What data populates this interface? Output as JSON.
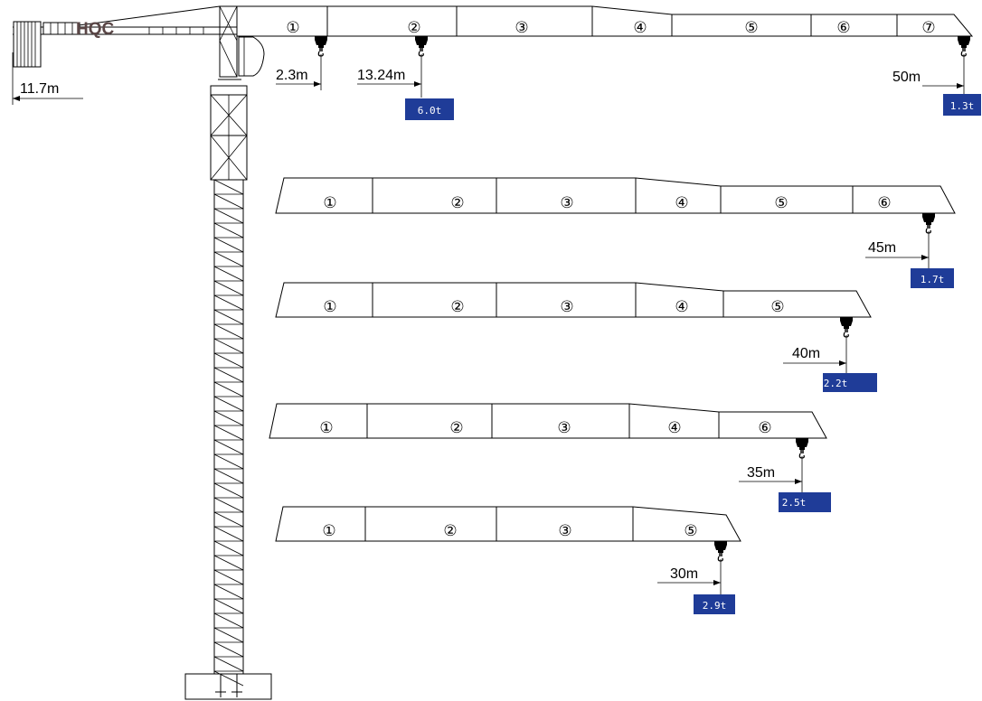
{
  "brand": "HQC",
  "colors": {
    "line": "#000000",
    "capacity_box": "#1f3c98",
    "capacity_text": "#ffffff",
    "brand_text": "#5a4646"
  },
  "counterjib": {
    "length": "11.7m"
  },
  "main_jib": {
    "sections": [
      "①",
      "②",
      "③",
      "④",
      "⑤",
      "⑥",
      "⑦"
    ],
    "loads": [
      {
        "radius": "2.3m",
        "capacity": ""
      },
      {
        "radius": "13.24m",
        "capacity": "6.0t"
      },
      {
        "radius": "50m",
        "capacity": "1.3t"
      }
    ]
  },
  "configurations": [
    {
      "sections": [
        "①",
        "②",
        "③",
        "④",
        "⑤",
        "⑥"
      ],
      "radius": "45m",
      "capacity": "1.7t"
    },
    {
      "sections": [
        "①",
        "②",
        "③",
        "④",
        "⑤"
      ],
      "radius": "40m",
      "capacity": "2.2t"
    },
    {
      "sections": [
        "①",
        "②",
        "③",
        "④",
        "⑥"
      ],
      "radius": "35m",
      "capacity": "2.5t"
    },
    {
      "sections": [
        "①",
        "②",
        "③",
        "⑤"
      ],
      "radius": "30m",
      "capacity": "2.9t"
    }
  ]
}
